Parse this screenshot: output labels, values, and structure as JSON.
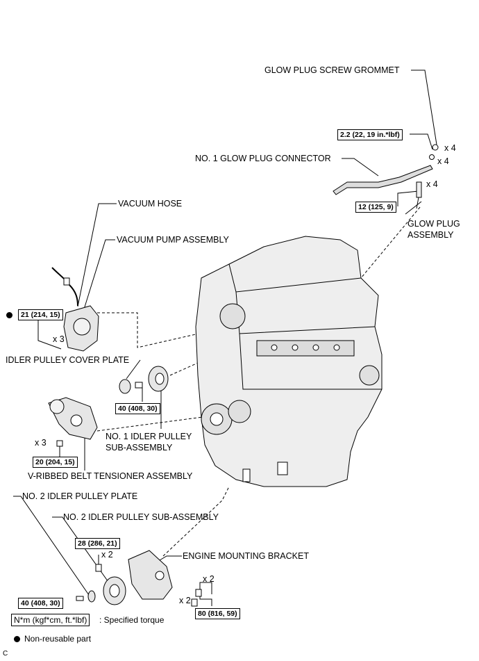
{
  "labels": {
    "glow_plug_screw_grommet": "GLOW PLUG SCREW GROMMET",
    "no1_glow_plug_connector": "NO. 1 GLOW PLUG CONNECTOR",
    "glow_plug_assembly_1": "GLOW PLUG",
    "glow_plug_assembly_2": "ASSEMBLY",
    "vacuum_hose": "VACUUM HOSE",
    "vacuum_pump_assembly": "VACUUM PUMP ASSEMBLY",
    "idler_pulley_cover_plate": "IDLER PULLEY COVER PLATE",
    "no1_idler_pulley_1": "NO. 1 IDLER PULLEY",
    "no1_idler_pulley_2": "SUB-ASSEMBLY",
    "v_ribbed_belt_tensioner": "V-RIBBED BELT TENSIONER ASSEMBLY",
    "no2_idler_pulley_plate": "NO. 2 IDLER PULLEY PLATE",
    "no2_idler_pulley_sub": "NO. 2 IDLER PULLEY SUB-ASSEMBLY",
    "engine_mounting_bracket": "ENGINE MOUNTING BRACKET"
  },
  "torques": {
    "grommet": "2.2 (22, 19 in.*lbf)",
    "glow_plug": "12 (125, 9)",
    "vacuum_pump": "21 (214, 15)",
    "idler_pulley_1": "40 (408, 30)",
    "tensioner": "20 (204, 15)",
    "bracket_upper": "28 (286, 21)",
    "idler_pulley_2": "40 (408, 30)",
    "bracket_lower": "80 (816, 59)"
  },
  "quantities": {
    "q_grommet_a": "x 4",
    "q_grommet_b": "x 4",
    "q_glow_plug": "x 4",
    "q_vacuum": "x 3",
    "q_tensioner": "x 3",
    "q_bracket_upper": "x 2",
    "q_bracket_lower_a": "x 2",
    "q_bracket_lower_b": "x 2"
  },
  "legend": {
    "torque_box": "N*m (kgf*cm, ft.*lbf)",
    "torque_text": ": Specified torque",
    "nonreusable_text": "Non-reusable part"
  },
  "footer_code": "C"
}
